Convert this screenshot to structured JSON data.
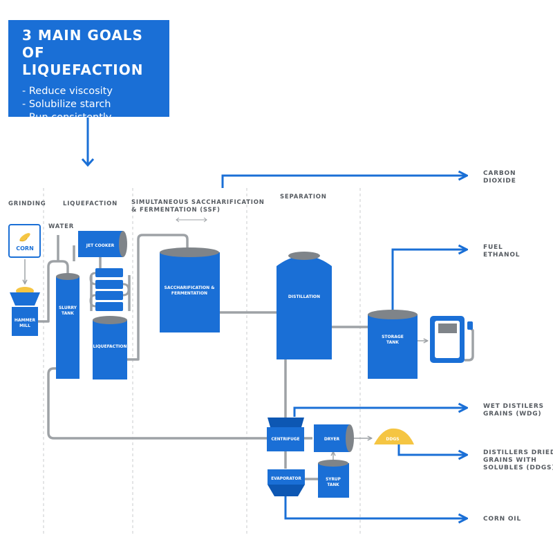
{
  "goals": {
    "title_line1": "3 MAIN GOALS OF",
    "title_line2": "LIQUEFACTION",
    "items": [
      "Reduce viscosity",
      "Solubilize starch",
      "Run consistently"
    ]
  },
  "sections": {
    "grinding": "GRINDING",
    "liquefaction": "LIQUEFACTION",
    "ssf_line1": "SIMULTANEOUS SACCHARIFICATION",
    "ssf_line2": "& FERMENTATION (SSF)",
    "separation": "SEPARATION"
  },
  "units": {
    "corn": "CORN",
    "water": "WATER",
    "hammer_mill_line1": "HAMMER",
    "hammer_mill_line2": "MILL",
    "slurry_tank_line1": "SLURRY",
    "slurry_tank_line2": "TANK",
    "jet_cooker": "JET COOKER",
    "liquefaction": "LIQUEFACTION",
    "saccharification_line1": "SACCHARIFICATION &",
    "saccharification_line2": "FERMENTATION",
    "distillation": "DISTILLATION",
    "storage_tank_line1": "STORAGE",
    "storage_tank_line2": "TANK",
    "centrifuge": "CENTRIFUGE",
    "dryer": "DRYER",
    "evaporator": "EVAPORATOR",
    "syrup_tank_line1": "SYRUP",
    "syrup_tank_line2": "TANK",
    "ddgs": "DDGS"
  },
  "outputs": {
    "carbon_dioxide_line1": "CARBON",
    "carbon_dioxide_line2": "DIOXIDE",
    "fuel_ethanol_line1": "FUEL",
    "fuel_ethanol_line2": "ETHANOL",
    "wdg_line1": "WET DISTILERS",
    "wdg_line2": "GRAINS (WDG)",
    "ddgs_line1": "DISTILLERS DRIED",
    "ddgs_line2": "GRAINS WITH",
    "ddgs_line3": "SOLUBLES (DDGS)",
    "corn_oil": "CORN OIL"
  },
  "colors": {
    "primary_blue": "#1a6fd6",
    "dark_blue": "#0d57b3",
    "tank_top_gray": "#7f8489",
    "pipe_gray": "#9ea2a6",
    "label_gray": "#555a60",
    "ddgs_yellow": "#f5c542"
  }
}
